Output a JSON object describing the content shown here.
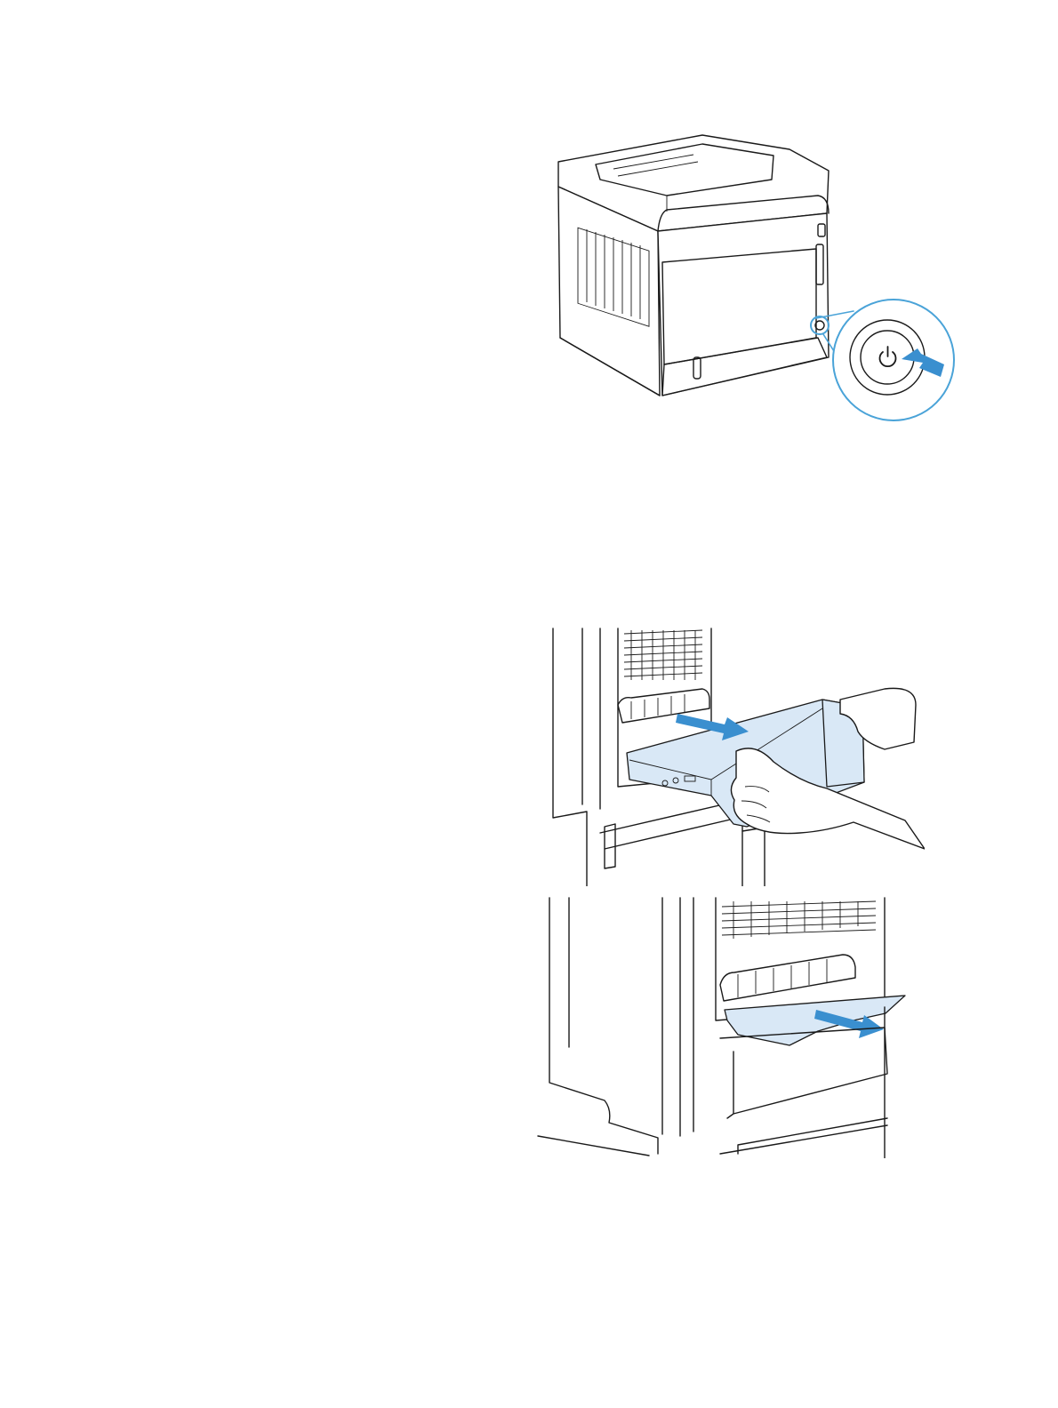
{
  "page": {
    "background": "#ffffff",
    "accent_color": "#3a8fcf",
    "highlight_fill": "#d9e8f6"
  },
  "illustrations": [
    {
      "name": "printer-power-button",
      "icon": "power-icon"
    },
    {
      "name": "duplexer-removal",
      "icon": "arrow-right-icon"
    },
    {
      "name": "jammed-paper-removal",
      "icon": "arrow-right-icon"
    }
  ]
}
